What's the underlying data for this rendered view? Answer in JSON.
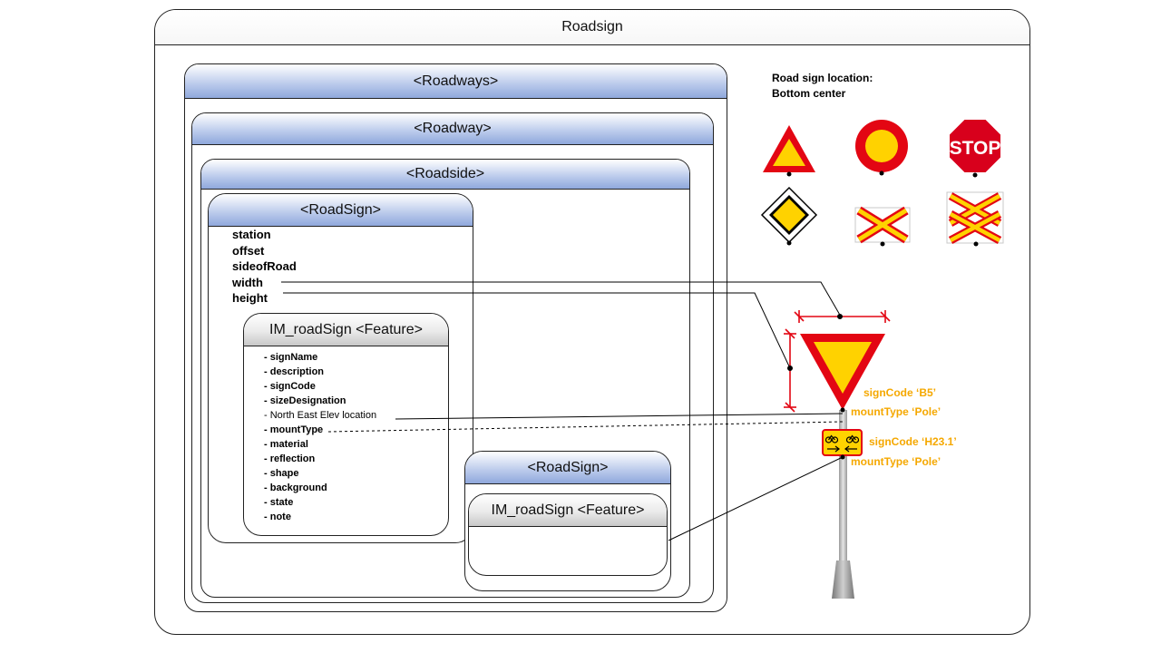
{
  "title": "Roadsign",
  "roadways": {
    "label": "<Roadways>"
  },
  "roadway": {
    "label": "<Roadway>"
  },
  "roadside": {
    "label": "<Roadside>"
  },
  "roadsign_main": {
    "label": "<RoadSign>",
    "attributes": [
      "station",
      "offset",
      "sideofRoad",
      "width",
      "height"
    ]
  },
  "feature_main": {
    "label": "IM_roadSign <Feature>",
    "attributes": [
      "- signName",
      "- description",
      "- signCode",
      "- sizeDesignation",
      "- North East Elev location",
      "- mountType",
      "- material",
      "- reflection",
      "- shape",
      "- background",
      "- state",
      "- note"
    ]
  },
  "roadsign_second": {
    "label": "<RoadSign>"
  },
  "feature_second": {
    "label": "IM_roadSign <Feature>"
  },
  "location_note": {
    "line1": "Road sign location:",
    "line2": "Bottom center"
  },
  "stop_sign_text": "STOP",
  "sign1": {
    "code": "signCode ‘B5’",
    "mount": "mountType ‘Pole’"
  },
  "sign2": {
    "code": "signCode ‘H23.1’",
    "mount": "mountType ‘Pole’"
  },
  "colors": {
    "accent_orange": "#f5a800",
    "sign_red": "#e30613",
    "sign_yellow": "#ffd200",
    "header_blue": "#9fb4e2",
    "dimension_red": "#e30613"
  }
}
